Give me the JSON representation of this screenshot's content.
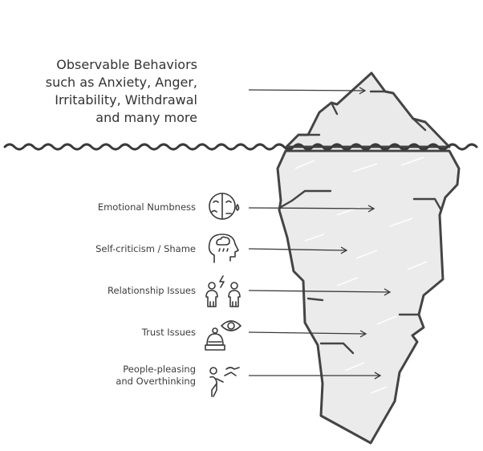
{
  "headline": {
    "lines": [
      "Observable Behaviors",
      "such as Anxiety, Anger,",
      "Irritability, Withdrawal",
      "and many more"
    ]
  },
  "factors": [
    {
      "lines": [
        "Emotional Numbness"
      ],
      "icon": "numb-face-icon"
    },
    {
      "lines": [
        "Self-criticism / Shame"
      ],
      "icon": "rain-cloud-head-icon"
    },
    {
      "lines": [
        "Relationship Issues"
      ],
      "icon": "two-people-conflict-icon"
    },
    {
      "lines": [
        "Trust Issues"
      ],
      "icon": "eye-person-icon"
    },
    {
      "lines": [
        "People-pleasing",
        "and Overthinking"
      ],
      "icon": "bowing-person-icon"
    }
  ],
  "colors": {
    "ink": "#3a3a3a",
    "iceberg_fill": "#eaeaea",
    "iceberg_stroke": "#444444"
  }
}
